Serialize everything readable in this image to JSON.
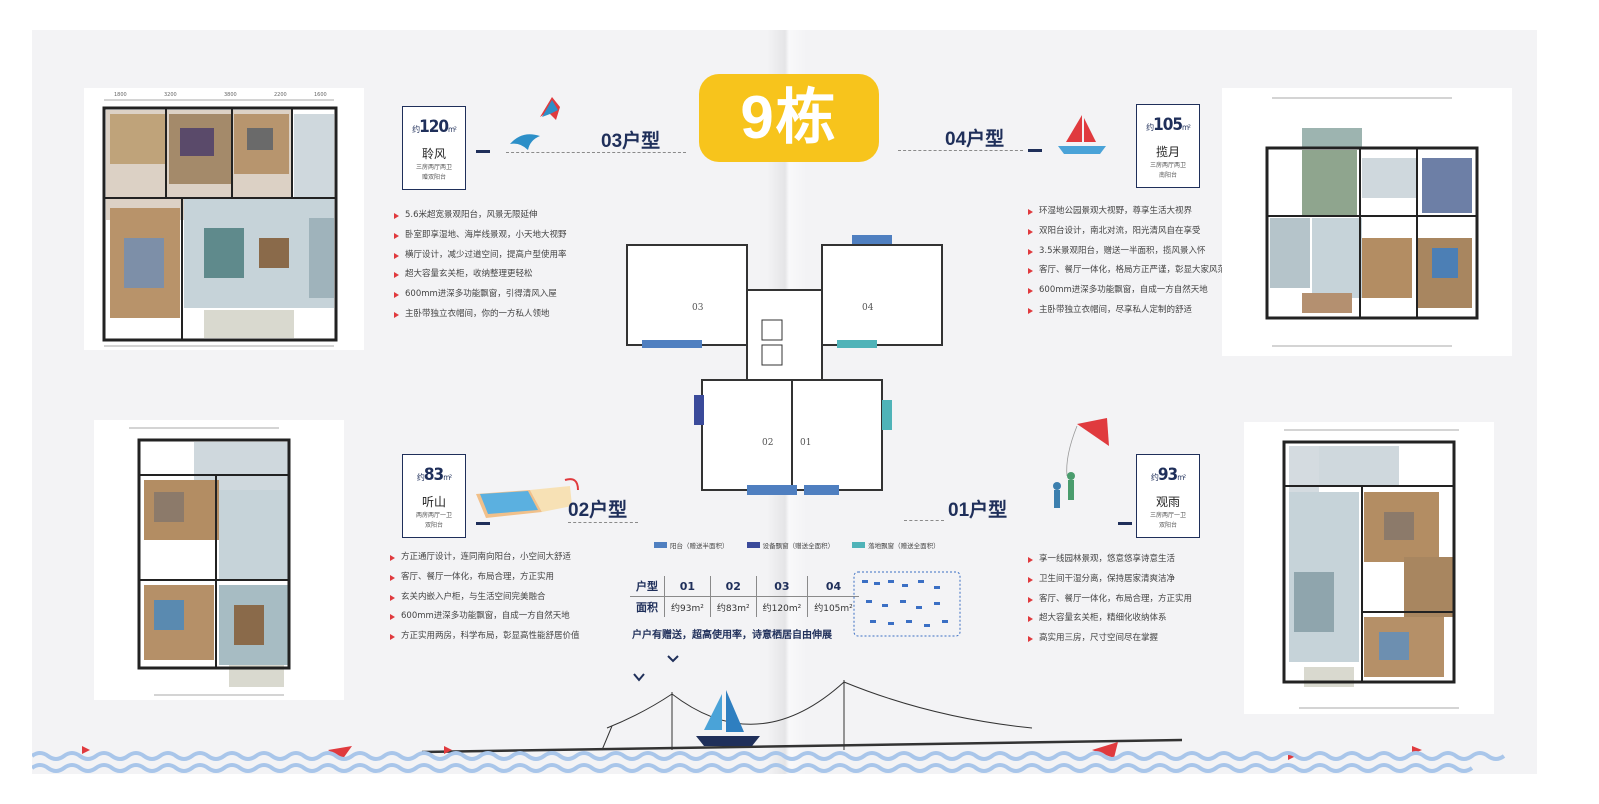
{
  "title": "9栋",
  "units": [
    {
      "type_label": "03户型",
      "area_prefix": "约",
      "area_num": "120",
      "area_unit": "m²",
      "name": "聆风",
      "sub": [
        "三房两厅两卫",
        "赠双阳台"
      ],
      "features": [
        "5.6米超宽景观阳台，风景无限延伸",
        "卧室即享湿地、海岸线景观，小天地大视野",
        "横厅设计，减少过道空间，提高户型使用率",
        "超大容量玄关柜，收纳整理更轻松",
        "600mm进深多功能飘窗，引得清风入屋",
        "主卧带独立衣帽间，你的一方私人领地"
      ]
    },
    {
      "type_label": "04户型",
      "area_prefix": "约",
      "area_num": "105",
      "area_unit": "m²",
      "name": "揽月",
      "sub": [
        "三房两厅两卫",
        "南阳台"
      ],
      "features": [
        "环湿地公园景观大视野，尊享生活大视界",
        "双阳台设计，南北对流，阳光清风自在享受",
        "3.5米景观阳台，赠送一半面积，揽风景入怀",
        "客厅、餐厅一体化，格局方正严谨，彰显大家风范",
        "600mm进深多功能飘窗，自成一方自然天地",
        "主卧带独立衣帽间，尽享私人定制的舒适"
      ]
    },
    {
      "type_label": "02户型",
      "area_prefix": "约",
      "area_num": "83",
      "area_unit": "m²",
      "name": "听山",
      "sub": [
        "两房两厅一卫",
        "双阳台"
      ],
      "features": [
        "方正通厅设计，连同南向阳台，小空间大舒适",
        "客厅、餐厅一体化，布局合理，方正实用",
        "玄关内嵌入户柜，与生活空间完美融合",
        "600mm进深多功能飘窗，自成一方自然天地",
        "方正实用两房，科学布局，彰显高性能舒居价值"
      ]
    },
    {
      "type_label": "01户型",
      "area_prefix": "约",
      "area_num": "93",
      "area_unit": "m²",
      "name": "观雨",
      "sub": [
        "三房两厅一卫",
        "双阳台"
      ],
      "features": [
        "享一线园林景观，悠意悠享诗意生活",
        "卫生间干湿分离，保持居家清爽洁净",
        "客厅、餐厅一体化，布局合理，方正实用",
        "超大容量玄关柜，精细化收纳体系",
        "高实用三房，尺寸空间尽在掌握"
      ]
    }
  ],
  "center_plan": {
    "unit_labels": [
      "03",
      "04",
      "02",
      "01"
    ]
  },
  "legend": [
    {
      "label": "阳台（赠送半面积）",
      "color": "#4f7fc0"
    },
    {
      "label": "设备飘窗（赠送全面积）",
      "color": "#3a4a9a"
    },
    {
      "label": "落地飘窗（赠送全面积）",
      "color": "#4fb3b8"
    }
  ],
  "spec_table": {
    "header": [
      "户型",
      "01",
      "02",
      "03",
      "04"
    ],
    "row_label": "面积",
    "values": [
      "约93m²",
      "约83m²",
      "约120m²",
      "约105m²"
    ]
  },
  "slogan": "户户有赠送，超高使用率，诗意栖居自由伸展",
  "colors": {
    "navy": "#1f2f5a",
    "yellow": "#f7c41c",
    "red": "#e03a3e",
    "wave": "#bcd3ee"
  }
}
